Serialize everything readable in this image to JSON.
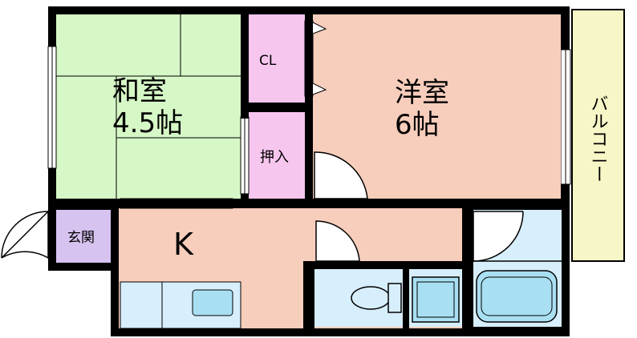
{
  "rooms": {
    "washitsu": {
      "name": "和室",
      "size": "4.5帖"
    },
    "youshitsu": {
      "name": "洋室",
      "size": "6帖"
    },
    "closet": {
      "name": "CL"
    },
    "oshiire": {
      "name": "押入"
    },
    "kitchen": {
      "name": "K"
    },
    "entrance": {
      "name": "玄関"
    },
    "balcony": {
      "name": "バルコニー"
    }
  },
  "colors": {
    "tatami": "#d6f7c6",
    "youshitsu": "#f7cdbc",
    "closet": "#f7c6ef",
    "entrance": "#d6c3f0",
    "kitchen": "#f7cdbc",
    "water": "#d7eefc",
    "fixture": "#a9dff2",
    "balcony": "#f7f6c6",
    "wall": "#000000"
  }
}
